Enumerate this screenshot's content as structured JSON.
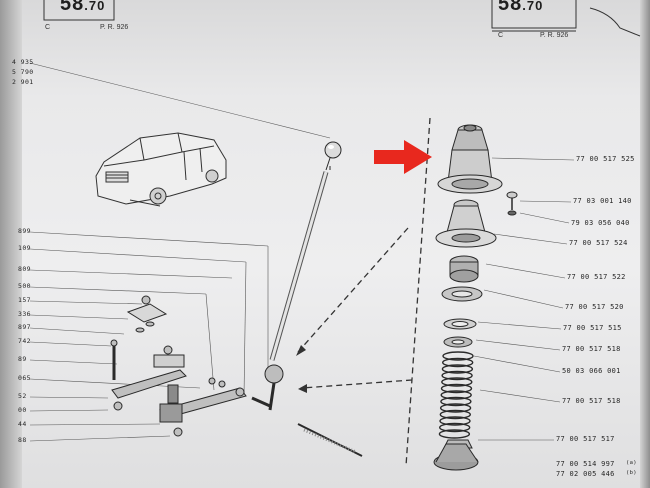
{
  "header": {
    "left_page_number": "58",
    "left_page_suffix": ".70",
    "left_c": "C",
    "left_pr": "P. R. 926",
    "right_page_number": "58",
    "right_page_suffix": ".70",
    "right_c": "C",
    "right_pr": "P. R. 926"
  },
  "top_left_codes": [
    "4 935",
    "5 790",
    "2 901"
  ],
  "left_margin_codes": [
    "899",
    "109",
    "809",
    "500",
    "157",
    "336",
    "897",
    "742",
    "89",
    "065",
    "52",
    "00",
    "44",
    "88"
  ],
  "part_numbers": [
    "77 00 517 525",
    "77 03 001 140",
    "79 03 056 040",
    "77 00 517 524",
    "77 00 517 522",
    "77 00 517 520",
    "77 00 517 515",
    "77 00 517 518",
    "50 03 066 001",
    "77 00 517 518",
    "77 00 517 517",
    "77 00 514 997",
    "77 02 005 446"
  ],
  "bottom_suffixes": [
    "(a)",
    "(b)"
  ],
  "colors": {
    "arrow": "#e8281e",
    "ink": "#262626",
    "paper": "#ececed"
  }
}
